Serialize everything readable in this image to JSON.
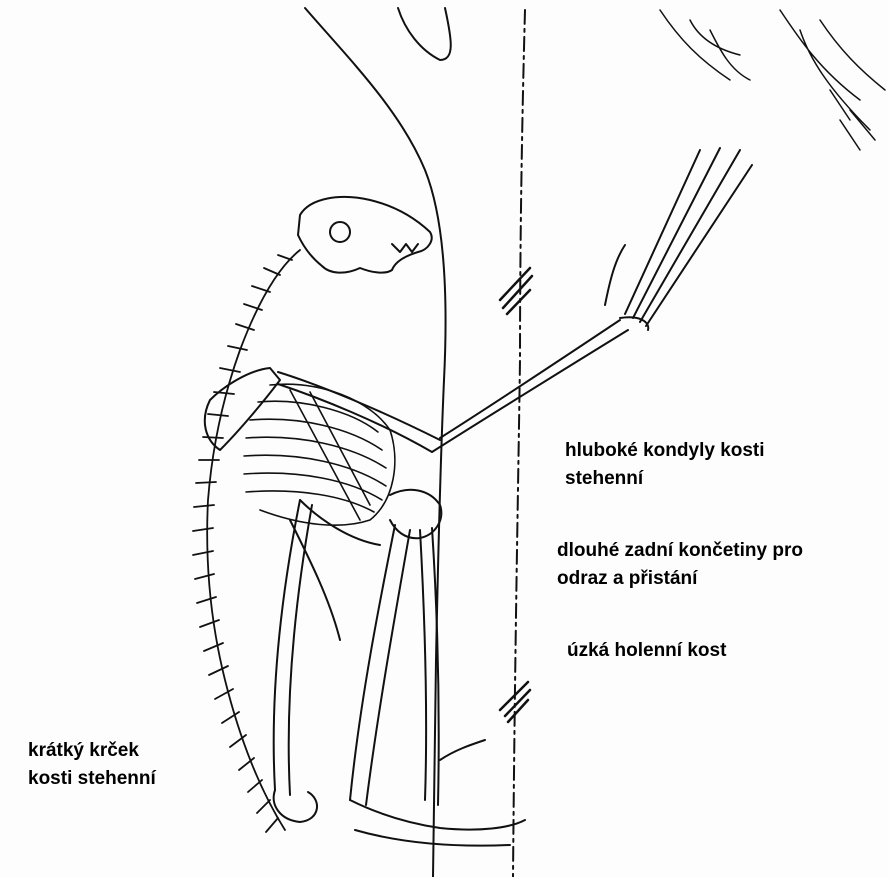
{
  "labels": {
    "condyles": {
      "line1": "hluboké kondyly kosti",
      "line2": "stehenní"
    },
    "hindlimbs": {
      "line1": "dlouhé zadní končetiny pro",
      "line2": "odraz a přistání"
    },
    "tibia": {
      "line1": "úzká holenní kost"
    },
    "femur_neck": {
      "line1": "krátký krček",
      "line2": "kosti stehenní"
    }
  },
  "colors": {
    "ink": "#000000",
    "paper": "#fdfdfd"
  }
}
